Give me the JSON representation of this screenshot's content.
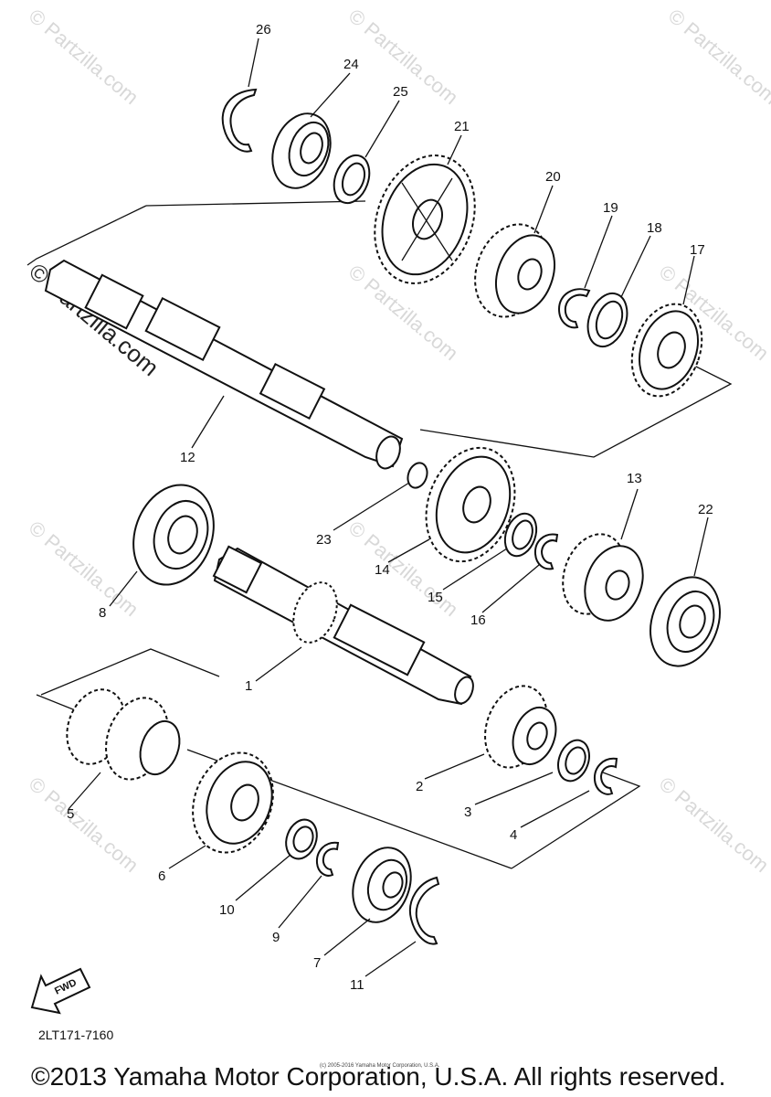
{
  "diagram": {
    "part_code": "2LT171-7160",
    "fwd_label": "FWD",
    "copyright": "©2013 Yamaha Motor Corporation, U.S.A. All rights reserved.",
    "small_copyright": "(c) 2005-2016 Yamaha Motor Corporation, U.S.A.",
    "watermarks": [
      "© Partzilla.com",
      "© Partzilla.com",
      "© Partzilla.com",
      "© Partzilla.com",
      "© Partzilla.com",
      "© Partzilla.com",
      "© Partzilla.com",
      "© Partzilla.com",
      "© Partzilla.com"
    ],
    "callouts": [
      "1",
      "2",
      "3",
      "4",
      "5",
      "6",
      "7",
      "8",
      "9",
      "10",
      "11",
      "12",
      "13",
      "14",
      "15",
      "16",
      "17",
      "18",
      "19",
      "20",
      "21",
      "22",
      "23",
      "24",
      "25",
      "26"
    ]
  }
}
